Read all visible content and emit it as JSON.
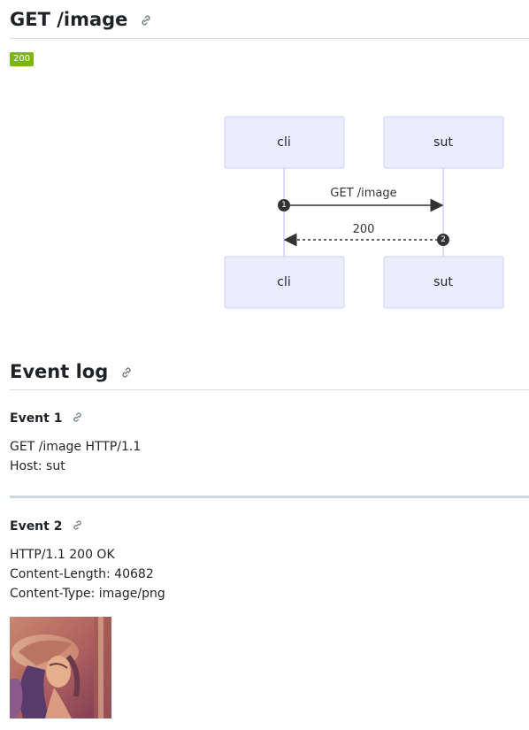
{
  "request": {
    "title": "GET /image",
    "status_badge": "200"
  },
  "diagram": {
    "participants": [
      "cli",
      "sut"
    ],
    "messages": [
      {
        "number": "1",
        "from": "cli",
        "to": "sut",
        "label": "GET /image",
        "style": "solid"
      },
      {
        "number": "2",
        "from": "sut",
        "to": "cli",
        "label": "200",
        "style": "dashed"
      }
    ]
  },
  "event_log": {
    "title": "Event log",
    "events": [
      {
        "title": "Event 1",
        "lines": [
          "GET /image HTTP/1.1",
          "Host: sut"
        ]
      },
      {
        "title": "Event 2",
        "lines": [
          "HTTP/1.1 200 OK",
          "Content-Length: 40682",
          "Content-Type: image/png"
        ],
        "image": "response-image"
      }
    ]
  },
  "colors": {
    "badge": "#7cb70a",
    "actor_fill": "#ececff",
    "actor_stroke": "#ccccff",
    "lifeline": "#cfd0ff",
    "marker": "#333333"
  },
  "icons": {
    "anchor": "link-icon"
  }
}
